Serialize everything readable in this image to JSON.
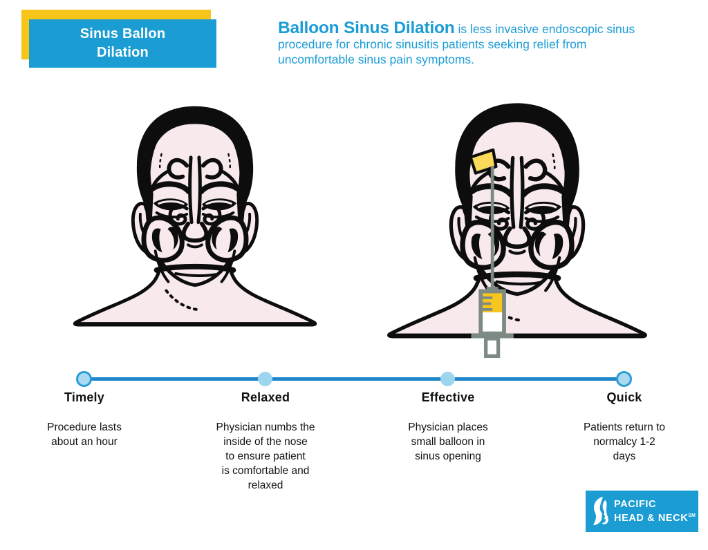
{
  "badge": {
    "title": "Sinus Ballon\nDilation",
    "bg_color": "#1B9CD2",
    "accent_color": "#F7C41A",
    "text_color": "#ffffff"
  },
  "header": {
    "lead": "Balloon Sinus Dilation",
    "rest": " is less invasive endoscopic sinus procedure for chronic sinusitis patients seeking relief from uncomfortable sinus pain symptoms.",
    "color": "#1B9CD6"
  },
  "figures": {
    "left_caption": "head with sinus anatomy",
    "right_caption": "head with balloon catheter inserted in sinus",
    "skin_color": "#F7E9EC",
    "line_color": "#0d0d0d",
    "balloon_color": "#FBD95A",
    "device_gray": "#7D8A84",
    "syringe_yellow": "#F6C51E"
  },
  "timeline": {
    "line_color": "#1E86C9",
    "dot_fill": "#A9DAF1",
    "dot_stroke": "#2B9CD6",
    "milestones": [
      {
        "title": "Timely",
        "description": "Procedure lasts\nabout an hour"
      },
      {
        "title": "Relaxed",
        "description": "Physician numbs the\ninside of the nose\nto ensure patient\nis comfortable and\nrelaxed"
      },
      {
        "title": "Effective",
        "description": "Physician places\nsmall balloon in\nsinus opening"
      },
      {
        "title": "Quick",
        "description": "Patients return to\nnormalcy 1-2\ndays"
      }
    ]
  },
  "logo": {
    "line1": "PACIFIC",
    "line2": "HEAD & NECK",
    "sm": "SM",
    "bg_color": "#1B9CD2"
  }
}
